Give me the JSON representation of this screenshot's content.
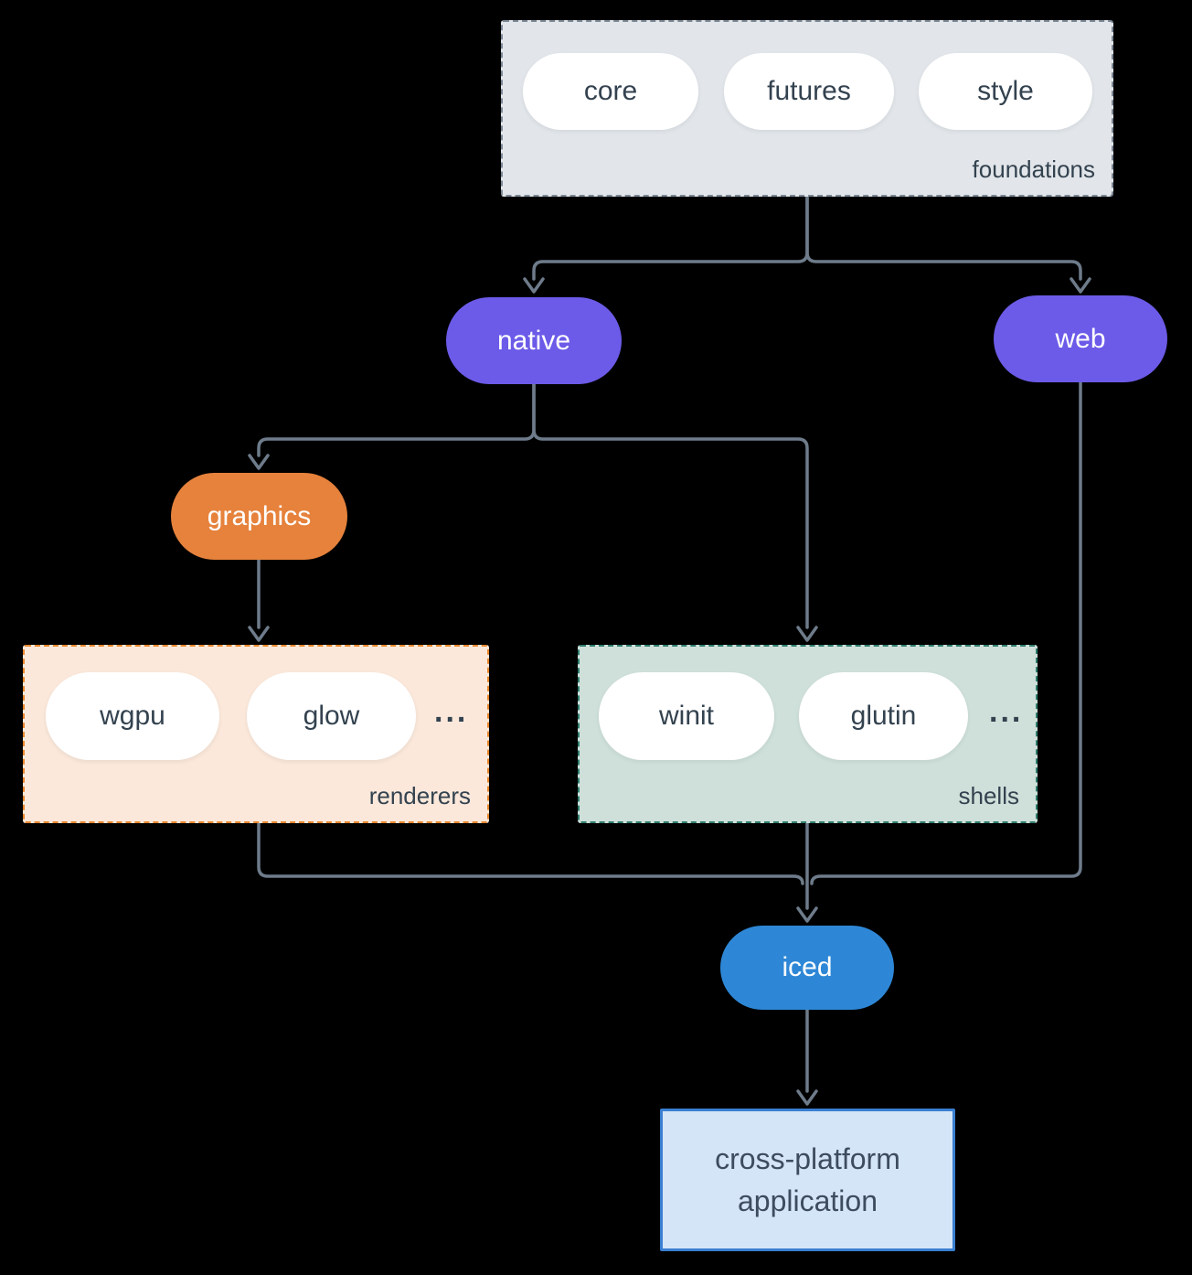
{
  "diagram": {
    "title_implicit": "iced architecture diagram",
    "groups": {
      "foundations": {
        "label": "foundations",
        "pills": [
          "core",
          "futures",
          "style"
        ],
        "fill": "#e2e6ea",
        "border_color": "#7d8897",
        "border_style": "dashed"
      },
      "renderers": {
        "label": "renderers",
        "pills": [
          "wgpu",
          "glow"
        ],
        "ellipsis": "...",
        "fill": "#fbe8da",
        "border_color": "#e8872f",
        "border_style": "dashed"
      },
      "shells": {
        "label": "shells",
        "pills": [
          "winit",
          "glutin"
        ],
        "ellipsis": "...",
        "fill": "#cfe0da",
        "border_color": "#2f7d6d",
        "border_style": "dashed"
      }
    },
    "nodes": {
      "native": {
        "label": "native",
        "fill": "#6c5be8"
      },
      "web": {
        "label": "web",
        "fill": "#6c5be8"
      },
      "graphics": {
        "label": "graphics",
        "fill": "#e6823c"
      },
      "iced": {
        "label": "iced",
        "fill": "#2e87d6"
      },
      "application": {
        "label_line1": "cross-platform",
        "label_line2": "application",
        "fill": "#d4e5f7",
        "border_color": "#3a7fd1"
      }
    },
    "edges": [
      "foundations -> native",
      "foundations -> web",
      "native -> graphics",
      "native -> shells",
      "graphics -> renderers",
      "renderers -> iced",
      "shells -> iced",
      "web -> iced",
      "iced -> cross-platform application"
    ],
    "colors": {
      "background": "#000000",
      "connector": "#6e7b8a",
      "pill_background": "#ffffff",
      "text_dark": "#33424f"
    }
  }
}
